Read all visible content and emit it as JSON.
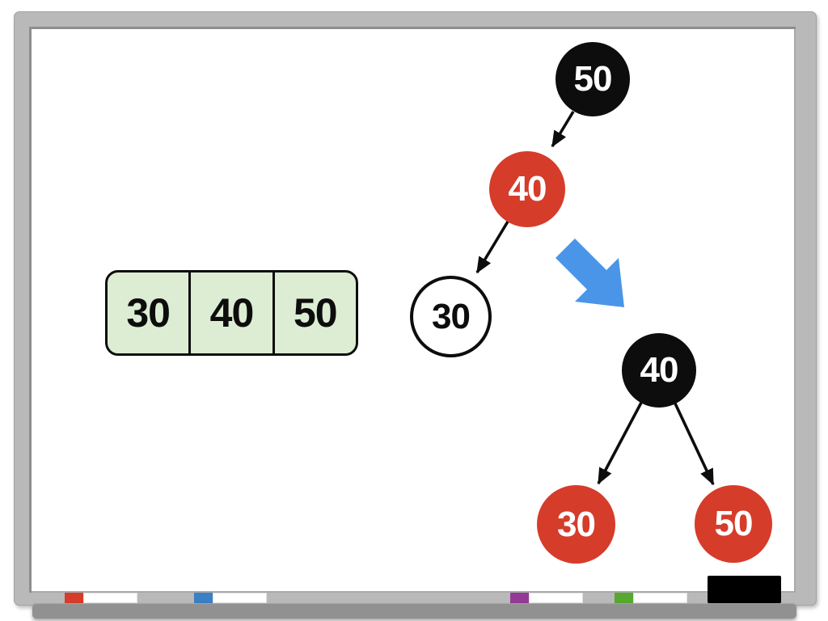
{
  "board": {
    "kind": "whiteboard-diagram"
  },
  "colors": {
    "node_black": "#0d0d0d",
    "node_red": "#d63c2a",
    "node_white_fill": "#ffffff",
    "list_fill": "#dcedd3",
    "transform_arrow_blue": "#4a95e8",
    "frame_gray": "#b9b9b9",
    "tray_gray": "#919191",
    "marker_red": "#d63c2a",
    "marker_blue": "#3b7fc4",
    "marker_purple": "#943a96",
    "marker_green": "#57a82e",
    "eraser_black": "#000000"
  },
  "sorted_list": {
    "cells": [
      "30",
      "40",
      "50"
    ]
  },
  "tree_before": {
    "root": {
      "label": "50",
      "color": "black"
    },
    "left_child": {
      "label": "40",
      "color": "red"
    },
    "left_grandchild": {
      "label": "30",
      "color": "white"
    }
  },
  "tree_after": {
    "root": {
      "label": "40",
      "color": "black"
    },
    "left_child": {
      "label": "30",
      "color": "red"
    },
    "right_child": {
      "label": "50",
      "color": "red"
    }
  }
}
